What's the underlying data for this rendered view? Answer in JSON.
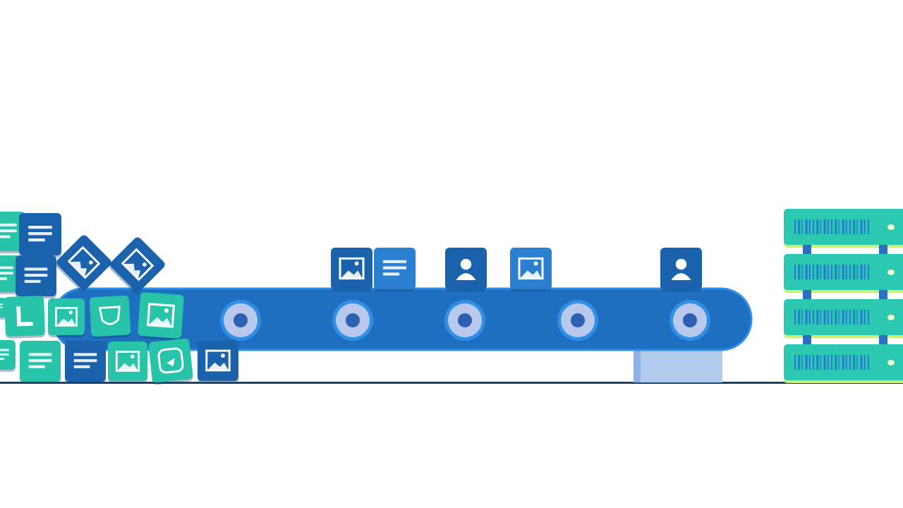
{
  "colors": {
    "background": "#ffffff",
    "belt": "#1e6fc0",
    "belt_edge": "#2f8fe6",
    "roller_outer": "#b9c9ee",
    "roller_inner": "#2f5fb0",
    "support": "#b3caef",
    "floor": "#17456b",
    "tile_teal": "#27c4a9",
    "tile_blue": "#1b62ad",
    "server": "#2cc9b2",
    "server_edge": "#c8f07a",
    "barcode": "#2a78d6",
    "led": "#f4f8c8"
  },
  "belt_items": [
    {
      "icon": "image-icon"
    },
    {
      "icon": "document-icon"
    },
    {
      "icon": "user-icon"
    },
    {
      "icon": "image-icon"
    },
    {
      "icon": "user-icon"
    }
  ],
  "pile_items": [
    {
      "icon": "document-icon",
      "color": "teal"
    },
    {
      "icon": "document-icon",
      "color": "blue"
    },
    {
      "icon": "document-icon",
      "color": "teal"
    },
    {
      "icon": "document-icon",
      "color": "blue"
    },
    {
      "icon": "image-icon",
      "color": "blue"
    },
    {
      "icon": "image-icon",
      "color": "blue"
    },
    {
      "icon": "document-icon",
      "color": "teal"
    },
    {
      "icon": "chart-icon",
      "color": "teal"
    },
    {
      "icon": "image-icon",
      "color": "teal"
    },
    {
      "icon": "shield-icon",
      "color": "teal"
    },
    {
      "icon": "image-icon",
      "color": "teal"
    },
    {
      "icon": "document-icon",
      "color": "teal"
    },
    {
      "icon": "document-icon",
      "color": "teal"
    },
    {
      "icon": "document-icon",
      "color": "blue"
    },
    {
      "icon": "image-icon",
      "color": "teal"
    },
    {
      "icon": "face-icon",
      "color": "teal"
    },
    {
      "icon": "image-icon",
      "color": "blue"
    }
  ],
  "roller_count": 5,
  "server_units": 4
}
